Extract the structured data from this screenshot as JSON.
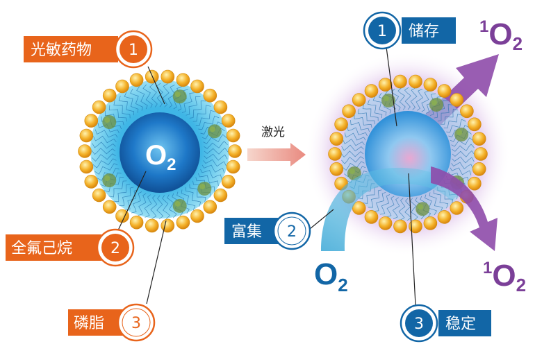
{
  "colors": {
    "orange": "#E8641B",
    "blue": "#1266A6",
    "purple": "#7B3F98",
    "lipid": "#F4B22A",
    "core_blue": "#1E78C8",
    "aqua": "#7FD3EE"
  },
  "left": {
    "core_label": {
      "main": "O",
      "sub": "2"
    },
    "labels": [
      {
        "text": "光敏药物",
        "num": "1"
      },
      {
        "text": "全氟己烷",
        "num": "2"
      },
      {
        "text": "磷脂",
        "num": "3"
      }
    ]
  },
  "laser": {
    "label": "激光"
  },
  "right": {
    "labels": [
      {
        "text": "储存",
        "num": "1"
      },
      {
        "text": "富集",
        "num": "2"
      },
      {
        "text": "稳定",
        "num": "3"
      }
    ],
    "oxygen_in": {
      "main": "O",
      "sub": "2"
    },
    "singlet_top": {
      "sup": "1",
      "main": "O",
      "sub": "2"
    },
    "singlet_bottom": {
      "sup": "1",
      "main": "O",
      "sub": "2"
    }
  }
}
